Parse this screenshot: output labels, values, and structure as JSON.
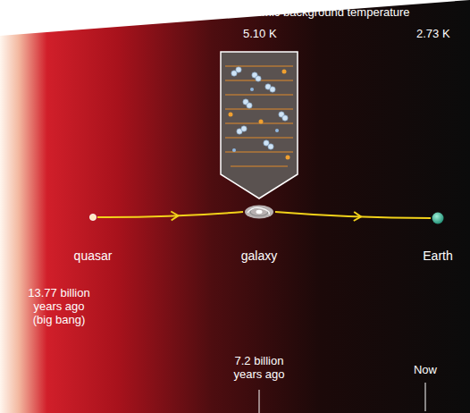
{
  "diagram": {
    "nodes": [
      {
        "text": [
          "quasar"
        ]
      },
      {
        "text": [
          "galaxy"
        ]
      },
      {
        "text": [
          "Earth"
        ]
      }
    ],
    "edges": [
      {
        "from": 0,
        "to": 1,
        "arrow": "to"
      },
      {
        "from": 1,
        "to": 2,
        "arrow": "to"
      }
    ],
    "labels": [
      "Cosmic background temperature",
      "5.10 K",
      "2.73 K",
      "13.77 billion years ago (big bang)",
      "7.2 billion years ago",
      "Now"
    ]
  }
}
